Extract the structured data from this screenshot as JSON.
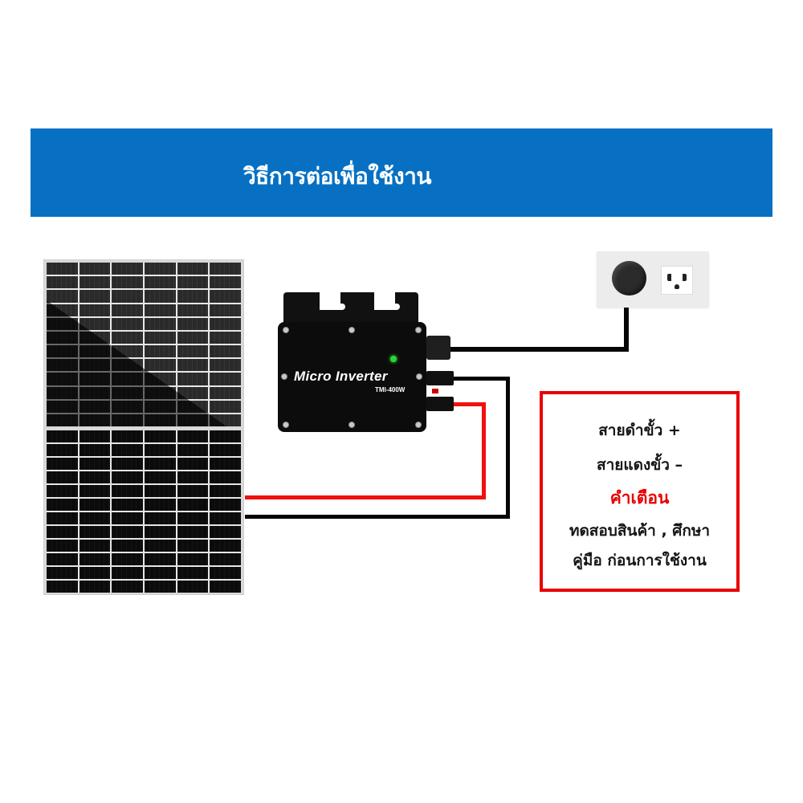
{
  "header": {
    "title": "วิธีการต่อเพื่อใช้งาน",
    "background_color": "#0770c2"
  },
  "diagram": {
    "solar_panel": {
      "label": "solar-panel",
      "columns": 6,
      "rows_per_half": 12
    },
    "inverter": {
      "brand_label": "Micro Inverter",
      "model": "TMI-400W",
      "led_color": "#29d63a"
    },
    "outlet": {
      "label": "wall-outlet-with-plug"
    },
    "wires": {
      "black_color": "#050505",
      "red_color": "#f01010"
    }
  },
  "note": {
    "border_color": "#e80000",
    "lines": [
      "สายดำขั้ว +",
      "สายแดงขั้ว –",
      "คำเตือน",
      "ทดสอบสินค้า , ศึกษา",
      "คู่มือ ก่อนการใช้งาน"
    ]
  }
}
